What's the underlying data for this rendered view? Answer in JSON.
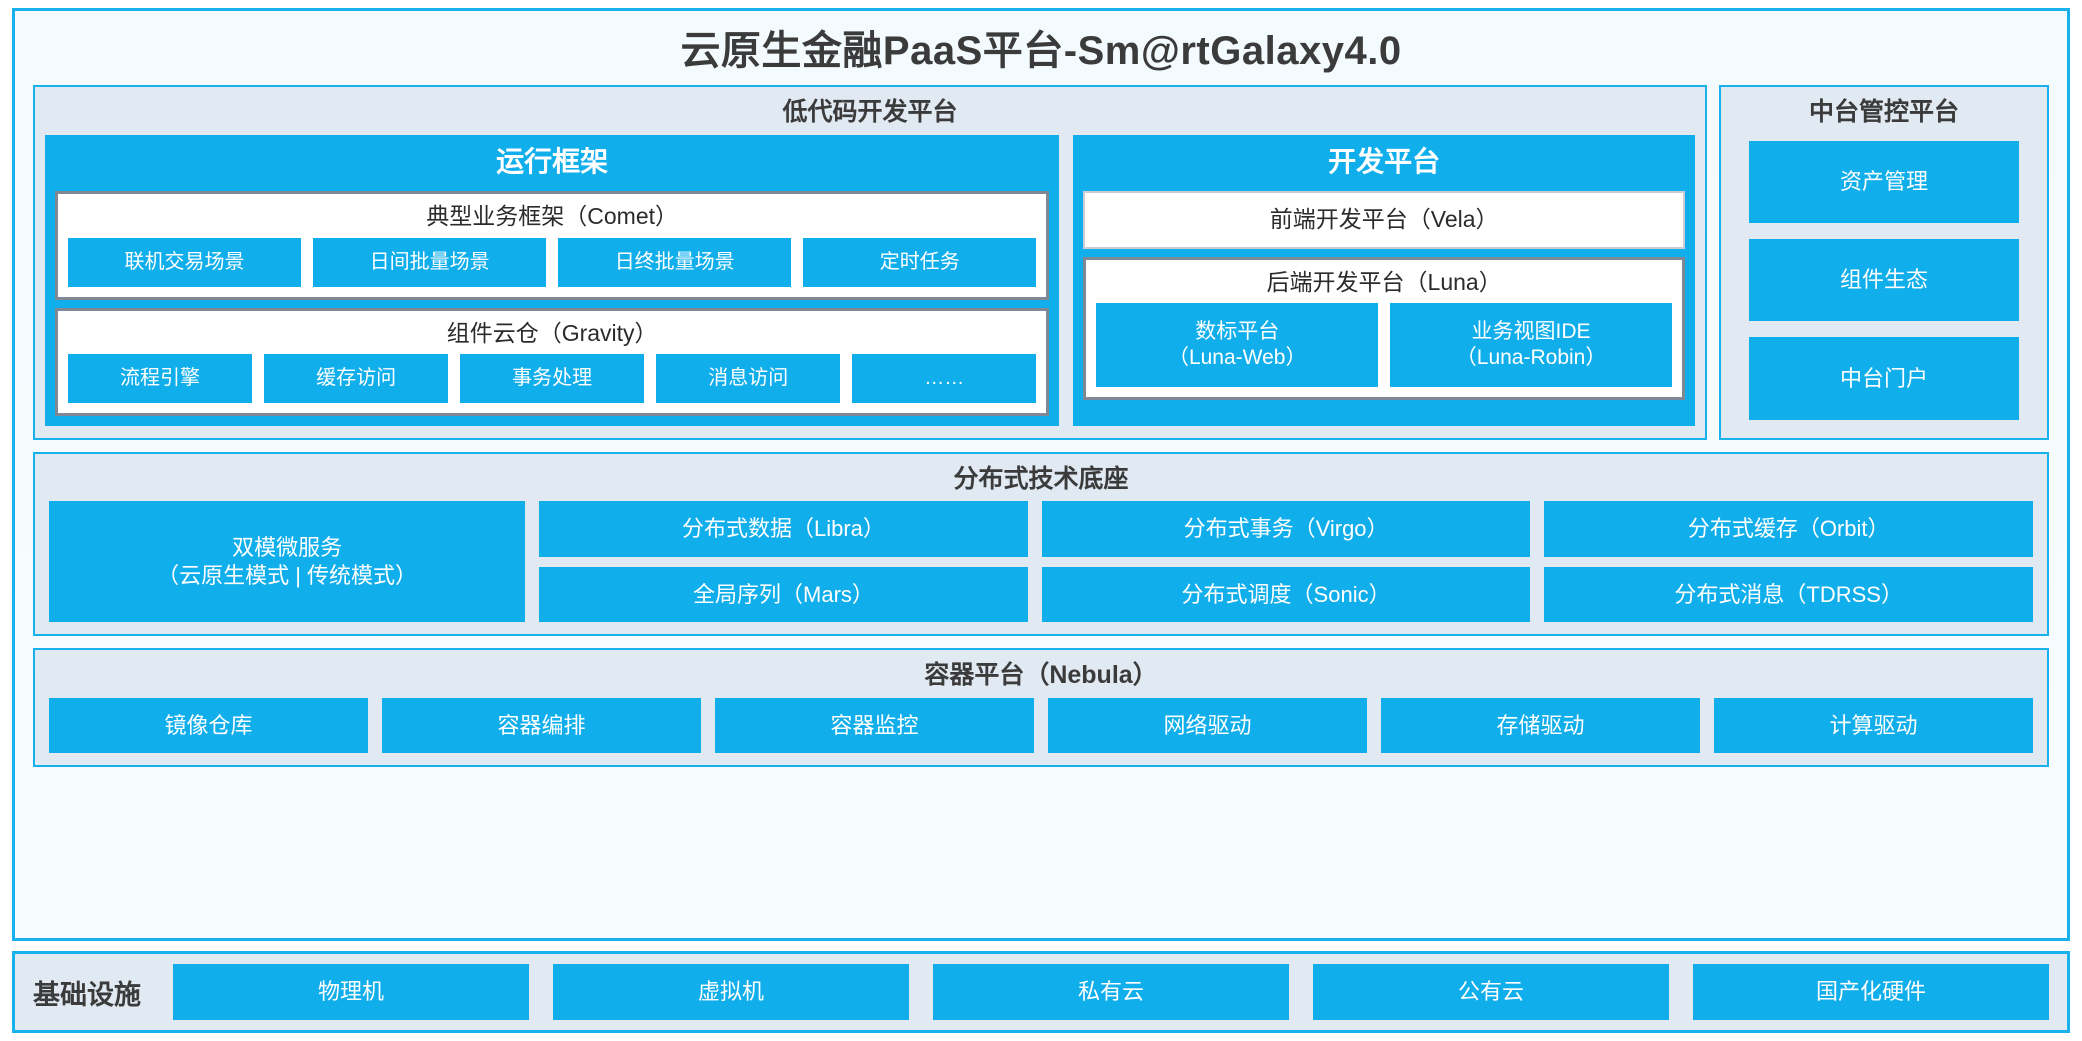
{
  "app": {
    "title": "云原生金融PaaS平台-Sm@rtGalaxy4.0",
    "accent": "#11aeec",
    "panel_bg": "#e1e9f3",
    "border": "#19b1ec"
  },
  "lowcode": {
    "title": "低代码开发平台",
    "runtime": {
      "title": "运行框架",
      "comet": {
        "title": "典型业务框架（Comet）",
        "items": [
          "联机交易场景",
          "日间批量场景",
          "日终批量场景",
          "定时任务"
        ]
      },
      "gravity": {
        "title": "组件云仓（Gravity）",
        "items": [
          "流程引擎",
          "缓存访问",
          "事务处理",
          "消息访问",
          "……"
        ]
      }
    },
    "devplatform": {
      "title": "开发平台",
      "frontend": "前端开发平台（Vela）",
      "backend": {
        "title": "后端开发平台（Luna）",
        "items": [
          "数标平台\n（Luna-Web）",
          "业务视图IDE\n（Luna-Robin）"
        ]
      }
    }
  },
  "midcontrol": {
    "title": "中台管控平台",
    "items": [
      "资产管理",
      "组件生态",
      "中台门户"
    ]
  },
  "techbase": {
    "title": "分布式技术底座",
    "microservice": "双模微服务\n（云原生模式 | 传统模式）",
    "columns": [
      [
        "分布式数据（Libra）",
        "全局序列（Mars）"
      ],
      [
        "分布式事务（Virgo）",
        "分布式调度（Sonic）"
      ],
      [
        "分布式缓存（Orbit）",
        "分布式消息（TDRSS）"
      ]
    ]
  },
  "container": {
    "title": "容器平台（Nebula）",
    "items": [
      "镜像仓库",
      "容器编排",
      "容器监控",
      "网络驱动",
      "存储驱动",
      "计算驱动"
    ]
  },
  "infrastructure": {
    "label": "基础设施",
    "items": [
      "物理机",
      "虚拟机",
      "私有云",
      "公有云",
      "国产化硬件"
    ]
  }
}
